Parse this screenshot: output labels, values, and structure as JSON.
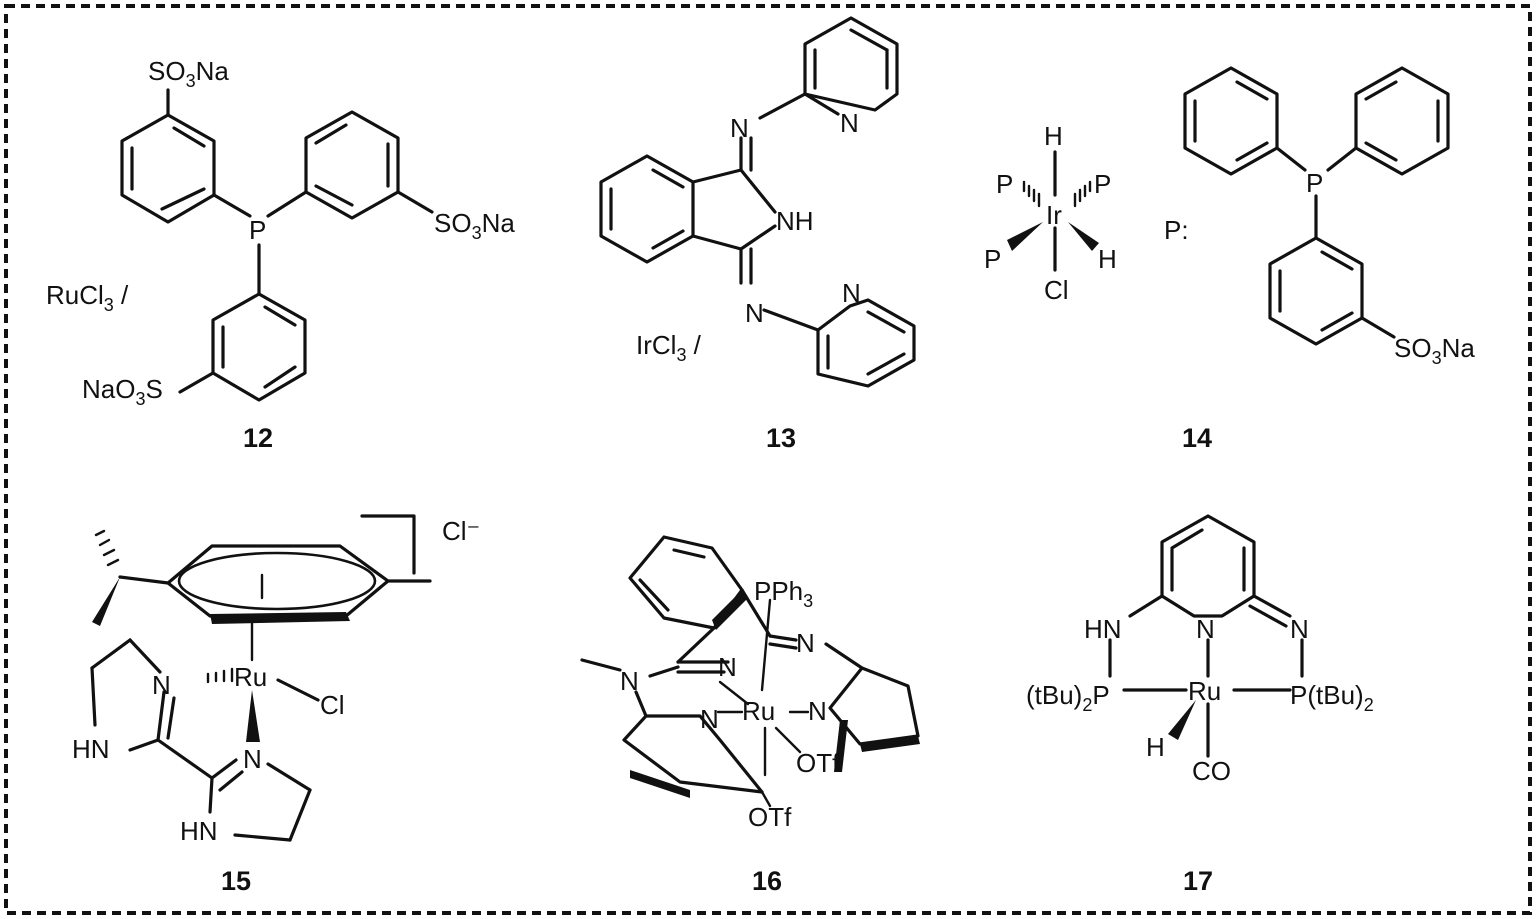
{
  "labels": {
    "c12_reagent": "RuCl3 /",
    "c13_reagent": "IrCl3 /",
    "so3na": "SO3Na",
    "nao3s": "NaO3S",
    "p": "P",
    "p_colon": "P:",
    "n": "N",
    "nh": "NH",
    "hn": "HN",
    "h": "H",
    "ir": "Ir",
    "ru": "Ru",
    "cl": "Cl",
    "cl_minus": "Cl⁻",
    "pph3": "PPh3",
    "otf": "OTf",
    "co": "CO",
    "ptbu2_left": "(tBu)2P",
    "ptbu2_right": "P(tBu)2"
  },
  "compounds": [
    "12",
    "13",
    "14",
    "15",
    "16",
    "17"
  ]
}
